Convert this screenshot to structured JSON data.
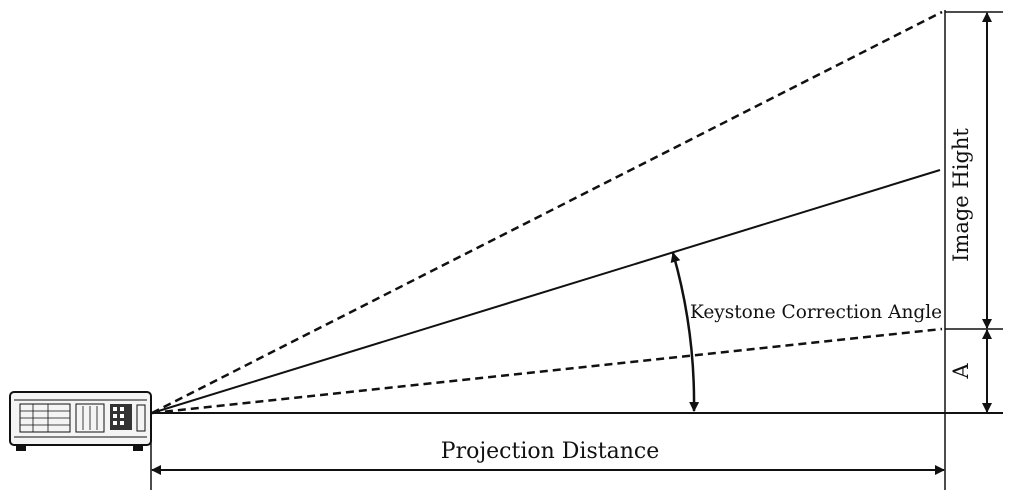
{
  "labels": {
    "image_height": "Image Hight",
    "keystone_angle": "Keystone Correction Angle",
    "offset": "A",
    "projection_distance": "Projection Distance"
  },
  "colors": {
    "ink": "#111111",
    "background": "#ffffff"
  },
  "icons": {
    "projector": "projector-icon"
  }
}
